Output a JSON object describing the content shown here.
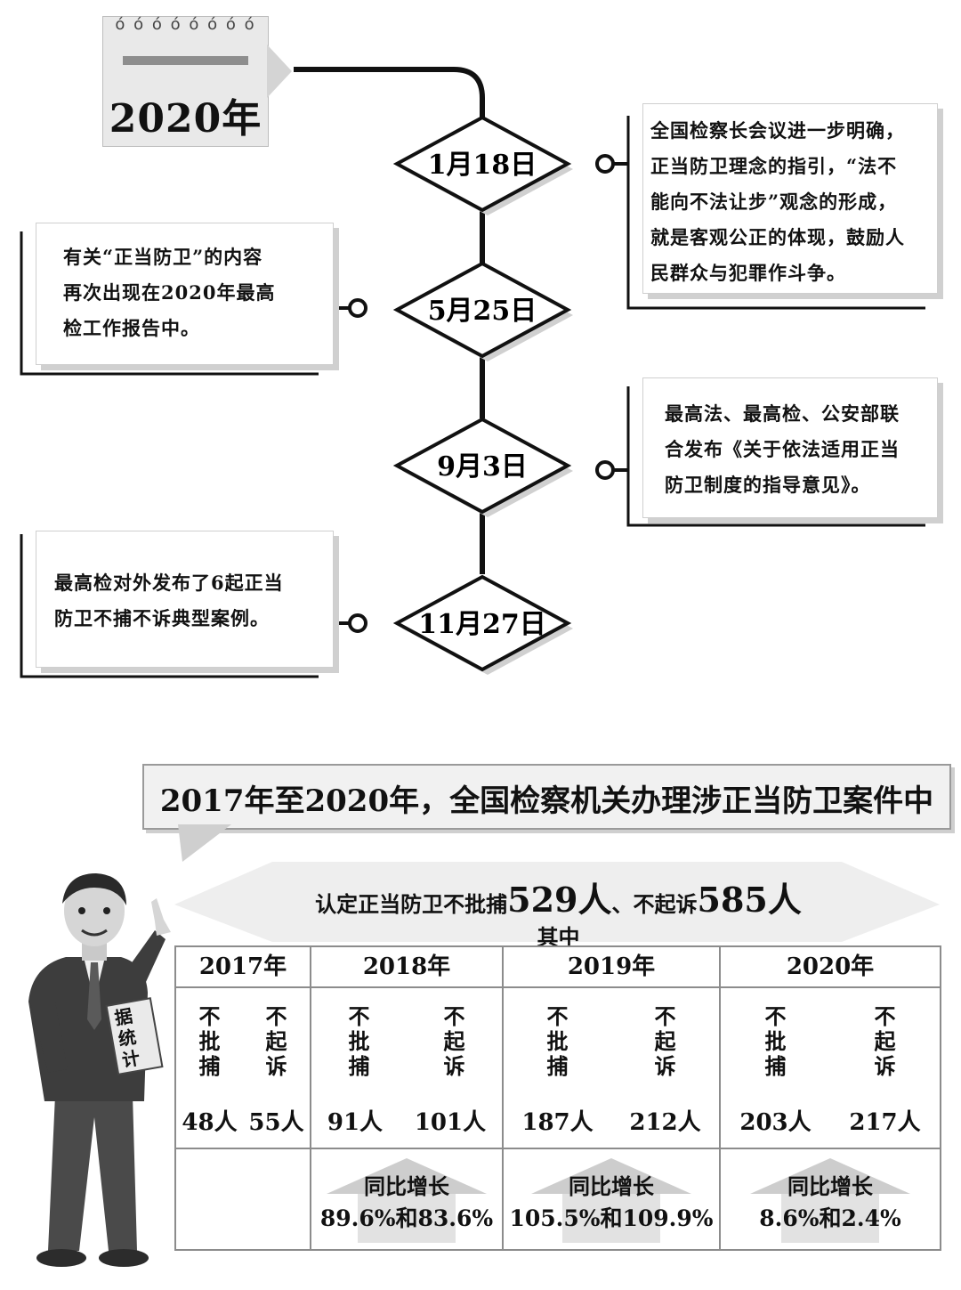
{
  "timeline": {
    "year_label": "2020年",
    "calendar_rings": "ó ó ó ó   ó ó ó ó",
    "events": [
      {
        "date": "1月18日",
        "text_lines": [
          "全国检察长会议进一步明确，",
          "正当防卫理念的指引，“法不",
          "能向不法让步”观念的形成，",
          "就是客观公正的体现，鼓励人",
          "民群众与犯罪作斗争。"
        ]
      },
      {
        "date": "5月25日",
        "text_lines": [
          "有关“正当防卫”的内容",
          "再次出现在2020年最高",
          "检工作报告中。"
        ]
      },
      {
        "date": "9月3日",
        "text_lines": [
          "最高法、最高检、公安部联",
          "合发布《关于依法适用正当",
          "防卫制度的指导意见》。"
        ]
      },
      {
        "date": "11月27日",
        "text_lines": [
          "最高检对外发布了6起正当",
          "防卫不捕不诉典型案例。"
        ]
      }
    ]
  },
  "stats": {
    "banner": "2017年至2020年，全国检察机关办理涉正当防卫案件中",
    "total_prefix": "认定正当防卫不批捕",
    "total_arrest": "529人",
    "total_mid": "、不起诉",
    "total_prosecute": "585人",
    "sub": "其中",
    "figure_sign": "据统计",
    "col_left_label": [
      "不",
      "批",
      "捕"
    ],
    "col_right_label": [
      "不",
      "起",
      "诉"
    ],
    "growth_label": "同比增长",
    "years": [
      {
        "year": "2017年",
        "no_arrest": "48人",
        "no_prosecute": "55人",
        "growth": ""
      },
      {
        "year": "2018年",
        "no_arrest": "91人",
        "no_prosecute": "101人",
        "growth": "89.6%和83.6%"
      },
      {
        "year": "2019年",
        "no_arrest": "187人",
        "no_prosecute": "212人",
        "growth": "105.5%和109.9%"
      },
      {
        "year": "2020年",
        "no_arrest": "203人",
        "no_prosecute": "217人",
        "growth": "8.6%和2.4%"
      }
    ]
  }
}
